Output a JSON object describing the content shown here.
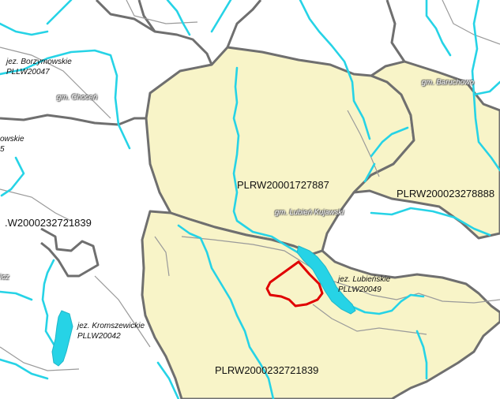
{
  "colors": {
    "catchment_fill": "#f8f4c8",
    "catchment_border": "#6f6f6f",
    "river": "#26d3e6",
    "lake": "#26d3e6",
    "admin_border": "#9a9a9a",
    "site_outline": "#e00000",
    "background": "#ffffff"
  },
  "water_bodies": {
    "plrw_1727887": "PLRW20001727887",
    "plrw_23278888": "PLRW200023278888",
    "plrw_232721839_main": "PLRW2000232721839",
    "plrw_232721839_partial": ".W2000232721839"
  },
  "lakes": {
    "borzymowskie": {
      "name": "jez. Borzymowskie",
      "code": "PLLW20047"
    },
    "lubienskie": {
      "name": "jez. Lubieńskie",
      "code": "PLLW20049"
    },
    "kromszewickie": {
      "name": "jez. Kromszewickie",
      "code": "PLLW20042"
    },
    "partial_left": {
      "name": "owskie",
      "code": "5"
    }
  },
  "communes": {
    "chocen": "gm. Choceń",
    "baruchowo": "gm. Baruchowo",
    "lubien": "gm. Lubień Kujawski",
    "partial_left_edge": "icz"
  }
}
